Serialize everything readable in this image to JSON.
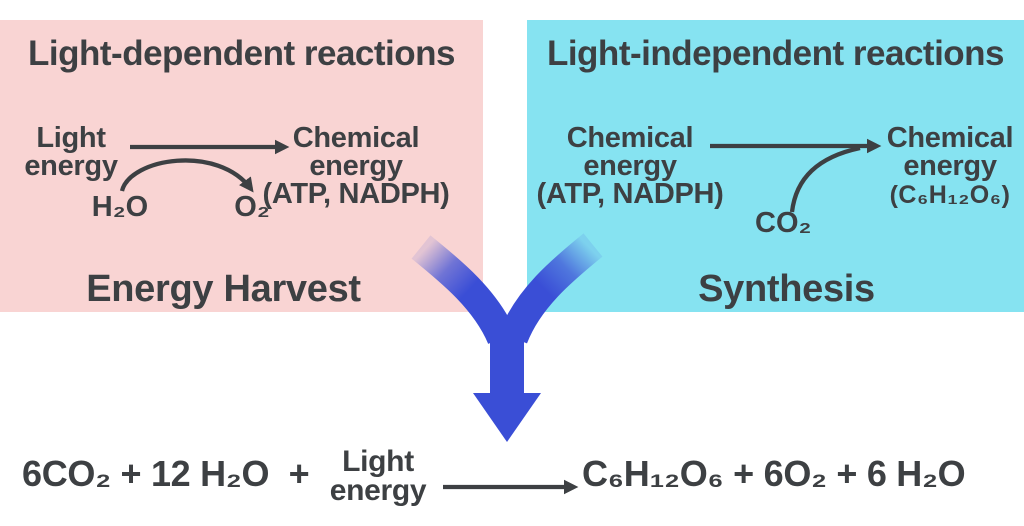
{
  "colors": {
    "left_panel_bg": "#f9d4d3",
    "right_panel_bg": "#86e3f1",
    "text": "#3d4043",
    "merge_arrow": "#3a4ed6"
  },
  "left_panel": {
    "title": "Light-dependent reactions",
    "input": {
      "line1": "Light",
      "line2": "energy"
    },
    "output": {
      "line1": "Chemical",
      "line2": "energy",
      "line3": "(ATP, NADPH)"
    },
    "reactant": "H₂O",
    "product": "O₂",
    "caption": "Energy Harvest"
  },
  "right_panel": {
    "title": "Light-independent reactions",
    "input": {
      "line1": "Chemical",
      "line2": "energy",
      "line3": "(ATP, NADPH)"
    },
    "output": {
      "line1": "Chemical",
      "line2": "energy",
      "line3": "(C₆H₁₂O₆)"
    },
    "reactant": "CO₂",
    "caption": "Synthesis"
  },
  "equation": {
    "left_side": "6CO₂ + 12 H₂O  +",
    "energy": {
      "line1": "Light",
      "line2": "energy"
    },
    "right_side": "C₆H₁₂O₆ + 6O₂ + 6 H₂O"
  }
}
